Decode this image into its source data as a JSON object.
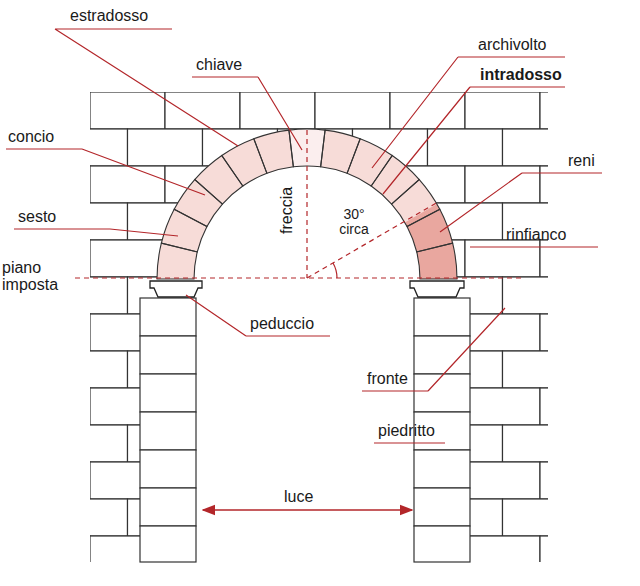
{
  "diagram": {
    "labels": [
      "estradosso",
      "chiave",
      "archivolto",
      "intradosso",
      "concio",
      "reni",
      "sesto",
      "rinfianco",
      "freccia",
      "30° circa",
      "piano imposta",
      "peduccio",
      "fronte",
      "piedritto",
      "luce"
    ]
  }
}
